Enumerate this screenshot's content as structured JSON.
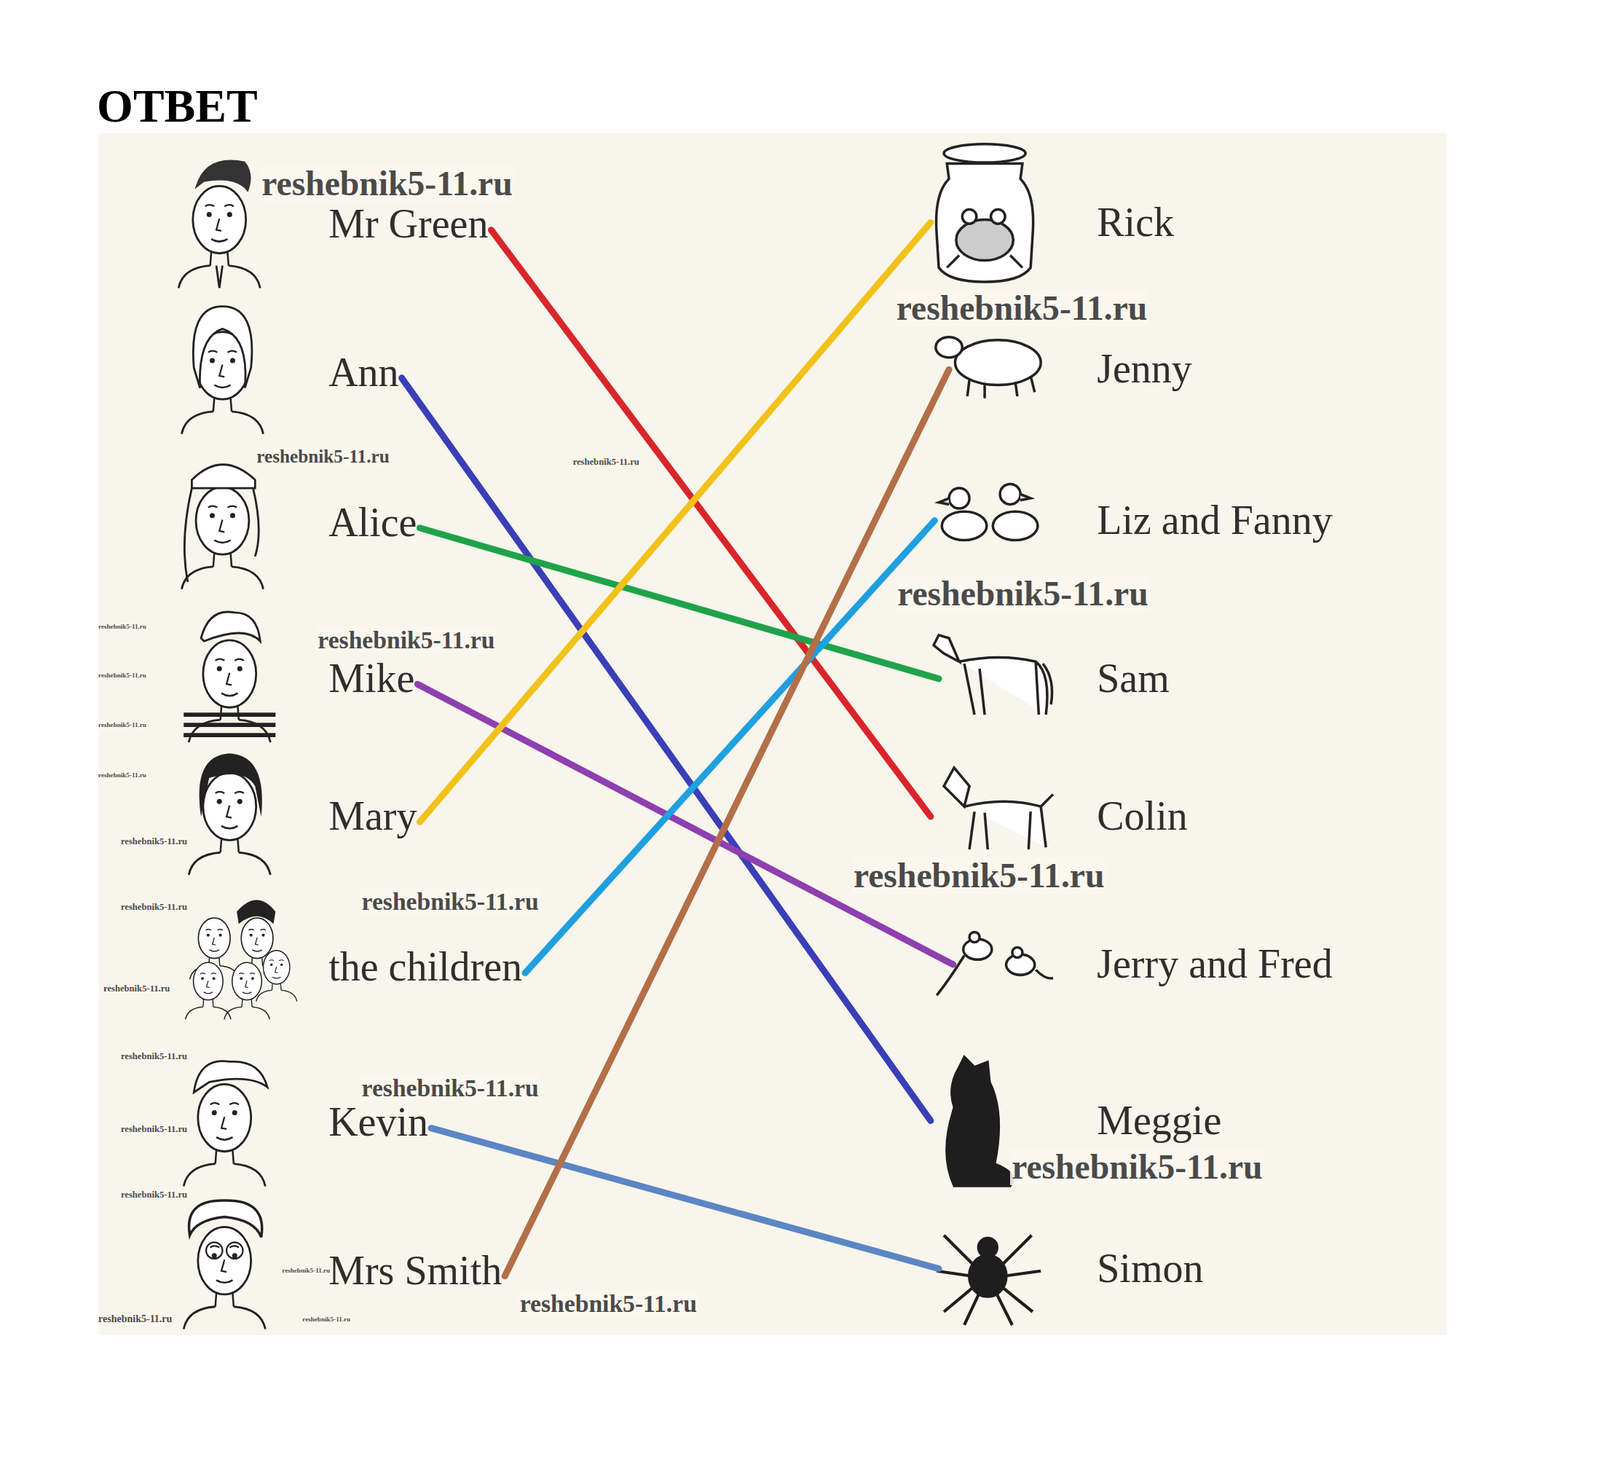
{
  "diagram": {
    "title": "ОТВЕТ",
    "nodes": [
      {
        "text": [
          "Mr Green"
        ]
      },
      {
        "text": [
          "Ann"
        ]
      },
      {
        "text": [
          "Alice"
        ]
      },
      {
        "text": [
          "Mike"
        ]
      },
      {
        "text": [
          "Mary"
        ]
      },
      {
        "text": [
          "the children"
        ]
      },
      {
        "text": [
          "Kevin"
        ]
      },
      {
        "text": [
          "Mrs Smith"
        ]
      },
      {
        "text": [
          "Rick"
        ]
      },
      {
        "text": [
          "Jenny"
        ]
      },
      {
        "text": [
          "Liz and Fanny"
        ]
      },
      {
        "text": [
          "Sam"
        ]
      },
      {
        "text": [
          "Colin"
        ]
      },
      {
        "text": [
          "Jerry and Fred"
        ]
      },
      {
        "text": [
          "Meggie"
        ]
      },
      {
        "text": [
          "Simon"
        ]
      }
    ],
    "edges": [
      {
        "from": 0,
        "to": 12,
        "arrow": "none"
      },
      {
        "from": 1,
        "to": 14,
        "arrow": "none"
      },
      {
        "from": 2,
        "to": 11,
        "arrow": "none"
      },
      {
        "from": 3,
        "to": 13,
        "arrow": "none"
      },
      {
        "from": 4,
        "to": 8,
        "arrow": "none"
      },
      {
        "from": 5,
        "to": 10,
        "arrow": "none"
      },
      {
        "from": 6,
        "to": 15,
        "arrow": "none"
      },
      {
        "from": 7,
        "to": 9,
        "arrow": "none"
      }
    ],
    "labels": [
      "reshebnik5-11.ru",
      "reshebnik5-11.ru",
      "reshebnik5-11.ru",
      "reshebnik5-11.ru",
      "reshebnik5-11.ru",
      "reshebnik5-11.ru",
      "reshebnik5-11.ru",
      "reshebnik5-11.ru",
      "reshebnik5-11.ru",
      "reshebnik5-11.ru",
      "reshebnik5-11.ru",
      "reshebnik5-11.ru",
      "reshebnik5-11.ru",
      "reshebnik5-11.ru",
      "reshebnik5-11.ru",
      "reshebnik5-11.ru",
      "reshebnik5-11.ru",
      "reshebnik5-11.ru",
      "reshebnik5-11.ru",
      "reshebnik5-11.ru",
      "reshebnik5-11.ru",
      "reshebnik5-11.ru",
      "reshebnik5-11.ru",
      "reshebnik5-11.ru"
    ]
  }
}
